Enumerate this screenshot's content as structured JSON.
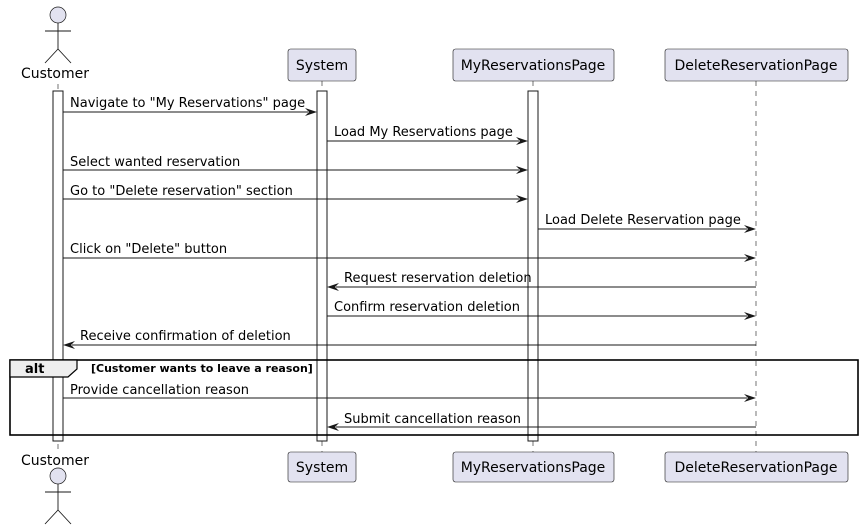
{
  "participants": {
    "customer": "Customer",
    "system": "System",
    "myres": "MyReservationsPage",
    "delres": "DeleteReservationPage"
  },
  "messages": [
    "Navigate to \"My Reservations\" page",
    "Load My Reservations page",
    "Select wanted reservation",
    "Go to \"Delete reservation\" section",
    "Load Delete Reservation page",
    "Click on \"Delete\" button",
    "Request reservation deletion",
    "Confirm reservation deletion",
    "Receive confirmation of deletion",
    "Provide cancellation reason",
    "Submit cancellation reason"
  ],
  "alt": {
    "keyword": "alt",
    "guard": "[Customer wants to leave a reason]"
  },
  "colors": {
    "participant_fill": "#E2E2F0",
    "line": "#181818",
    "frame_tab": "#EEEEEE"
  }
}
